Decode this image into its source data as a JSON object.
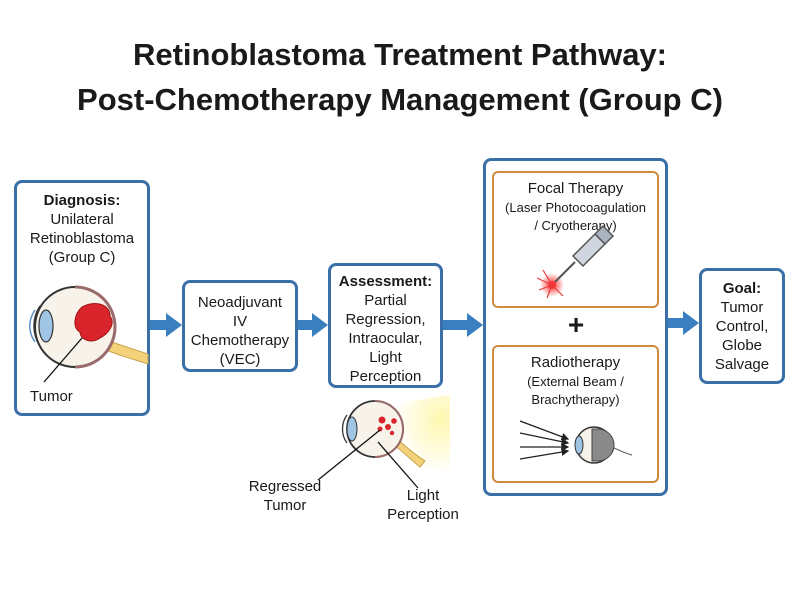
{
  "title": {
    "line1": "Retinoblastoma Treatment Pathway:",
    "line2": "Post-Chemotherapy Management (Group C)"
  },
  "diagnosis": {
    "heading": "Diagnosis:",
    "lines": [
      "Unilateral",
      "Retinoblastoma",
      "(Group C)"
    ],
    "tumor_label": "Tumor"
  },
  "chemo": {
    "lines": [
      "Neoadjuvant",
      "IV",
      "Chemotherapy",
      "(VEC)"
    ]
  },
  "assessment": {
    "heading": "Assessment:",
    "lines": [
      "Partial",
      "Regression,",
      "Intraocular,",
      "Light",
      "Perception"
    ],
    "regressed_label_1": "Regressed",
    "regressed_label_2": "Tumor",
    "light_label_1": "Light",
    "light_label_2": "Perception"
  },
  "focal": {
    "heading": "Focal Therapy",
    "sub1": "(Laser Photocoagulation",
    "sub2": "/ Cryotherapy)"
  },
  "plus": "+",
  "radio": {
    "heading": "Radiotherapy",
    "sub1": "(External Beam /",
    "sub2": "Brachytherapy)"
  },
  "goal": {
    "heading": "Goal:",
    "lines": [
      "Tumor",
      "Control,",
      "Globe",
      "Salvage"
    ]
  },
  "colors": {
    "box_border": "#3a6fa8",
    "arrow": "#3a7fc0",
    "orange_border": "#d08b3d",
    "tumor": "#d9242b"
  }
}
